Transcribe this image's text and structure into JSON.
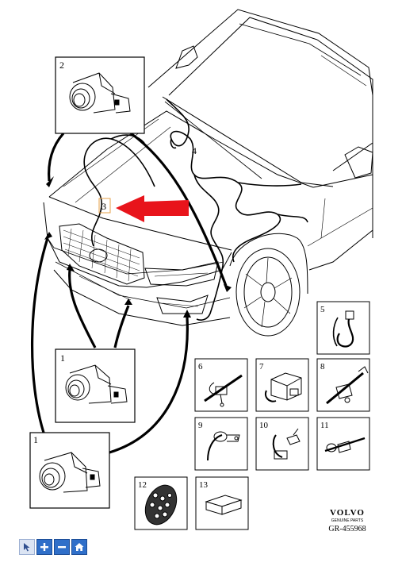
{
  "callouts": {
    "c1_top": "1",
    "c1_bottom": "1",
    "c2": "2",
    "c3": "3",
    "c4": "4",
    "c5": "5",
    "c6": "6",
    "c7": "7",
    "c8": "8",
    "c9": "9",
    "c10": "10",
    "c11": "11",
    "c12": "12",
    "c13": "13"
  },
  "brand": {
    "name": "VOLVO",
    "tagline": "GENUINE PARTS",
    "part_ref": "GR-455968"
  },
  "colors": {
    "line": "#000000",
    "arrow": "#e8141b",
    "highlight_box": "#e6a04a",
    "toolbar": "#2f6fc9"
  },
  "toolbar": {
    "buttons": [
      "select-icon",
      "zoom-in-icon",
      "zoom-out-icon",
      "home-icon"
    ]
  }
}
